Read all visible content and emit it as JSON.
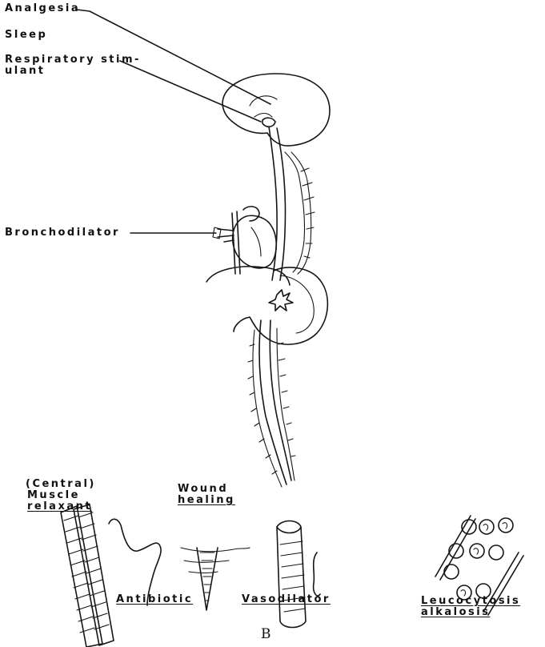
{
  "labels": {
    "analgesia": "Analgesia",
    "sleep": "Sleep",
    "respiratory_line1": "Respiratory stim-",
    "respiratory_line2": "ulant",
    "bronchodilator": "Bronchodilator",
    "central": "(Central)",
    "muscle": "Muscle",
    "relaxant": "relaxant",
    "wound": "Wound",
    "healing": "healing",
    "antibiotic": "Antibiotic",
    "vasodilator": "Vasodilator",
    "leucocytosis": "Leucocytosis",
    "alkalosis": "alkalosis"
  },
  "panel_label": "B"
}
